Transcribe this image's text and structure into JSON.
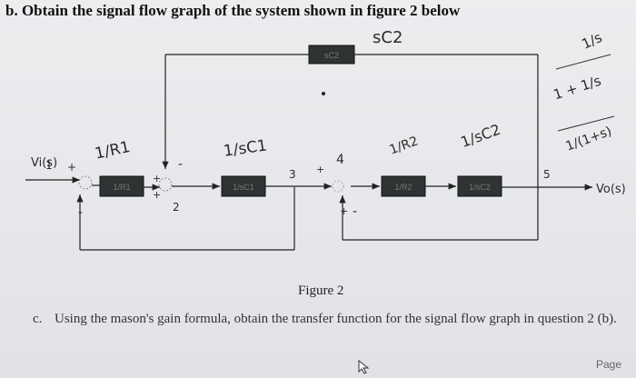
{
  "question_b": {
    "text": "b. Obtain the signal flow graph of the system shown in figure 2 below"
  },
  "diagram": {
    "feedback_block_label": "sC2",
    "blocks": [
      {
        "id": "b1",
        "label": "1/R1"
      },
      {
        "id": "b2",
        "label": "1/sC1"
      },
      {
        "id": "b3",
        "label": "1/R2"
      },
      {
        "id": "b4",
        "label": "1/sC2"
      }
    ],
    "input_label": "Vi(s)",
    "output_label": "Vo(s)",
    "handwritten": {
      "scribble_top": "sC2",
      "over_b1": "1/R1",
      "over_b2": "1/sC1",
      "over_b3": "1/R2",
      "over_b4": "1/sC2",
      "node_1": "1",
      "node_2": "2",
      "node_3": "3",
      "node_4": "4",
      "node_5": "5",
      "right_top": "1/s",
      "right_mid": "1 + 1/s",
      "right_low": "1/(1+s)"
    },
    "signs": {
      "sum1_plus": "+",
      "sum1_minus": "-",
      "sum2_top_minus": "-",
      "sum2_left_plus": "+",
      "sum2_bottom_plus": "+",
      "sum3_plus": "+",
      "sum3_minus": "-",
      "sum3_bottom_plus": "+"
    }
  },
  "figure_caption": "Figure 2",
  "question_c": {
    "number": "c.",
    "text": "Using the mason's gain formula, obtain the transfer function for the signal flow graph in question 2 (b)."
  },
  "footer": {
    "page_label": "Page"
  }
}
